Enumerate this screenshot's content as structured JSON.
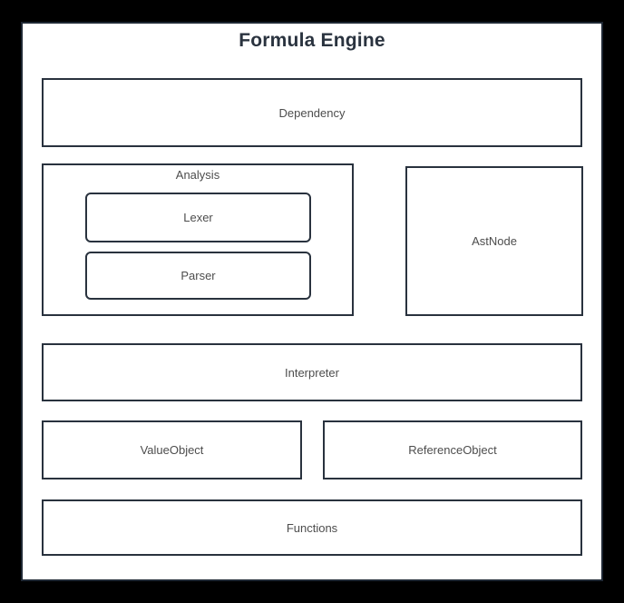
{
  "colors": {
    "background": "#000000",
    "panel_background": "#ffffff",
    "panel_border": "#1e2733",
    "node_border": "#29323e",
    "label": "#4d4d4d",
    "title": "#2a333f"
  },
  "diagram": {
    "title": "Formula Engine",
    "nodes": {
      "dependency": "Dependency",
      "analysis": "Analysis",
      "lexer": "Lexer",
      "parser": "Parser",
      "ast_node": "AstNode",
      "interpreter": "Interpreter",
      "value_object": "ValueObject",
      "reference_object": "ReferenceObject",
      "functions": "Functions"
    }
  }
}
